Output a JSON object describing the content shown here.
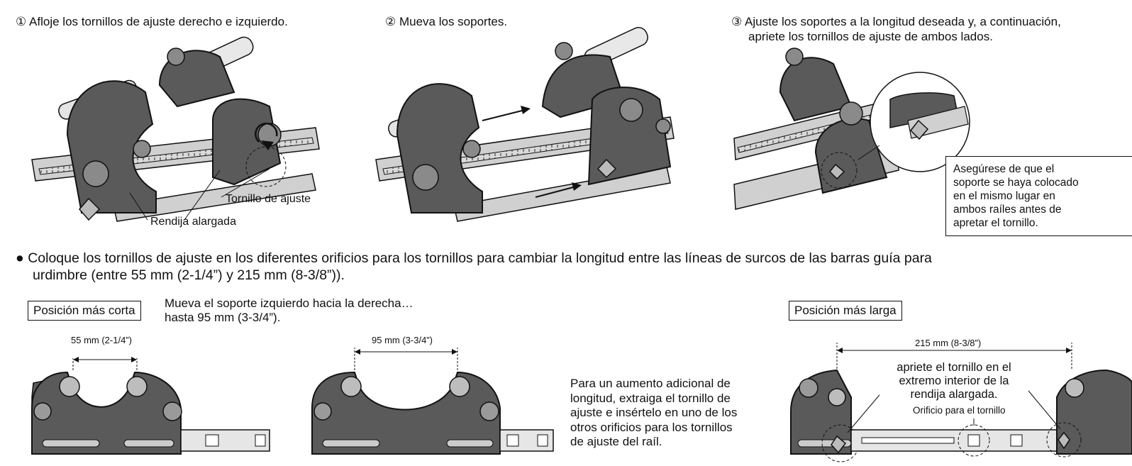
{
  "steps": [
    {
      "marker": "①",
      "text": "Afloje los tornillos de ajuste derecho e izquierdo."
    },
    {
      "marker": "②",
      "text": "Mueva los soportes."
    },
    {
      "marker": "③",
      "line1": "Ajuste los soportes a la longitud deseada y, a continuación,",
      "line2": "apriete los tornillos de ajuste de ambos lados."
    }
  ],
  "callouts": {
    "adjust_screw": "Tornillo de ajuste",
    "elongated_slot": "Rendija alargada"
  },
  "note": {
    "lines": [
      "Asegúrese de que el",
      "soporte se haya colocado",
      "en el mismo lugar en",
      "ambos raíles antes de",
      "apretar el tornillo."
    ]
  },
  "bullet": {
    "symbol": "●",
    "line1": "Coloque los tornillos de ajuste en los diferentes orificios para los tornillos para cambiar la longitud entre las líneas de surcos de las barras guía para",
    "line2": "urdimbre (entre 55 mm (2-1/4”) y 215 mm (8-3/8”))."
  },
  "short_position": {
    "label": "Posición más corta",
    "caption_line1": "Mueva el soporte izquierdo hacia la derecha…",
    "caption_line2": "hasta 95 mm (3-3/4”).",
    "dim_a": "55 mm (2-1/4”)",
    "dim_b": "95 mm (3-3/4”)"
  },
  "extra_length": {
    "lines": [
      "Para un aumento adicional de",
      "longitud, extraiga el tornillo de",
      "ajuste e insértelo en uno de los",
      "otros orificios para los tornillos",
      "de ajuste del raíl."
    ]
  },
  "long_position": {
    "label": "Posición más larga",
    "dim": "215 mm (8-3/8”)",
    "note_lines": [
      "apriete el tornillo en el",
      "extremo interior de la",
      "rendija alargada."
    ],
    "hole_label": "Orificio para el tornillo"
  }
}
